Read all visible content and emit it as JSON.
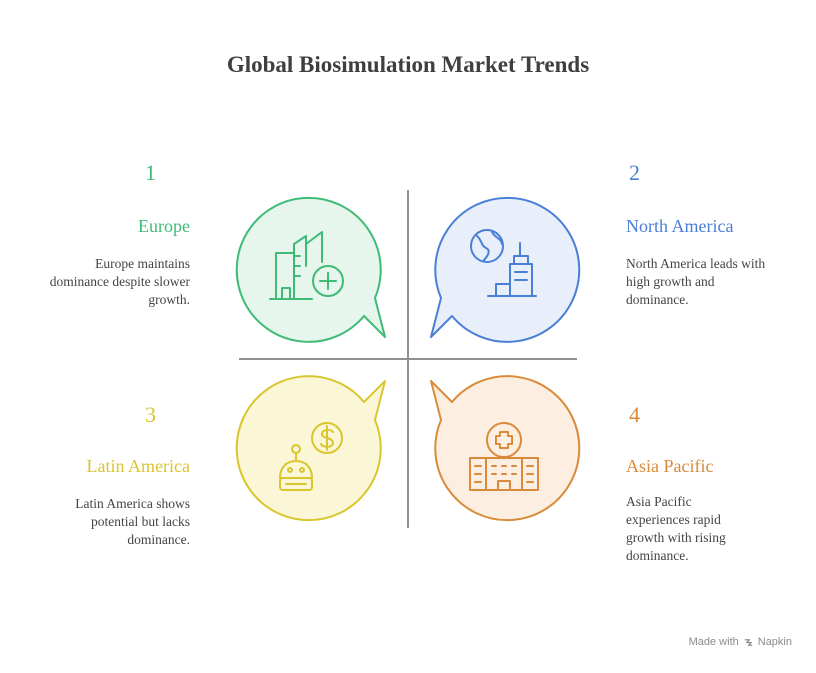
{
  "title": "Global Biosimulation Market Trends",
  "colors": {
    "europe": "#3fba77",
    "north_america": "#4a7fd6",
    "latin_america": "#d9c62e",
    "asia_pacific": "#d98a3a",
    "divider": "#8f8f8f"
  },
  "quadrants": [
    {
      "number": "1",
      "region": "Europe",
      "description": "Europe maintains dominance despite slower growth.",
      "icon": "city-plus-icon"
    },
    {
      "number": "2",
      "region": "North America",
      "description": "North America leads with high growth and dominance.",
      "icon": "globe-skyline-icon"
    },
    {
      "number": "3",
      "region": "Latin America",
      "description": "Latin America shows potential but lacks dominance.",
      "icon": "robot-dollar-icon"
    },
    {
      "number": "4",
      "region": "Asia Pacific",
      "description": "Asia Pacific experiences rapid growth with rising dominance.",
      "icon": "hospital-icon"
    }
  ],
  "footer": {
    "made_with": "Made with",
    "brand": "Napkin"
  }
}
